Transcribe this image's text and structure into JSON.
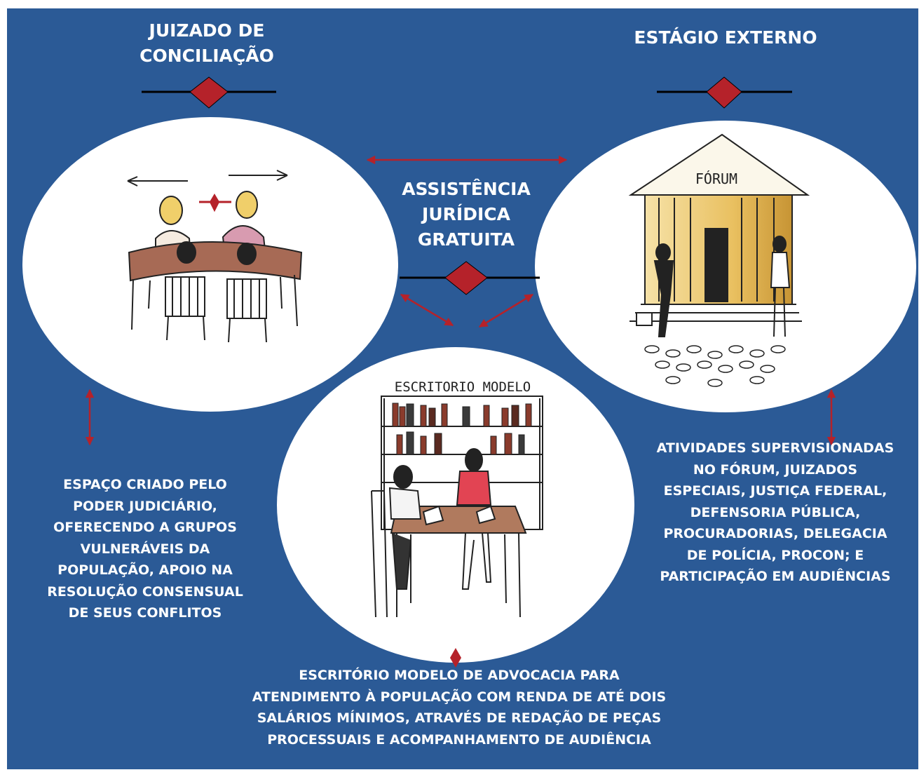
{
  "diagram": {
    "colors": {
      "background": "#2b5a96",
      "accent": "#b5222a",
      "text": "#ffffff",
      "ellipse": "#ffffff"
    },
    "nodes": {
      "conciliacao": {
        "title": "JUIZADO DE CONCILIAÇÃO",
        "description": "ESPAÇO CRIADO PELO PODER JUDICIÁRIO, OFERECENDO A GRUPOS VULNERÁVEIS DA POPULAÇÃO, APOIO NA RESOLUÇÃO CONSENSUAL DE SEUS CONFLITOS",
        "illustration": "people-at-table-sketch"
      },
      "estagio": {
        "title": "ESTÁGIO EXTERNO",
        "description": "ATIVIDADES SUPERVISIONADAS NO FÓRUM, JUIZADOS ESPECIAIS, JUSTIÇA FEDERAL, DEFENSORIA PÚBLICA, PROCURADORIAS, DELEGACIA DE POLÍCIA, PROCON; E PARTICIPAÇÃO EM AUDIÊNCIAS",
        "illustration": "courthouse-sketch",
        "sign_text": "FÓRUM"
      },
      "centro": {
        "title": "ASSISTÊNCIA JURÍDICA GRATUITA"
      },
      "escritorio": {
        "description": "ESCRITÓRIO MODELO DE ADVOCACIA  PARA ATENDIMENTO À POPULAÇÃO COM RENDA DE ATÉ DOIS SALÁRIOS MÍNIMOS, ATRAVÉS DE REDAÇÃO DE PEÇAS PROCESSUAIS E ACOMPANHAMENTO DE AUDIÊNCIA",
        "illustration": "law-office-sketch",
        "sign_text": "ESCRITORIO MODELO"
      }
    }
  }
}
